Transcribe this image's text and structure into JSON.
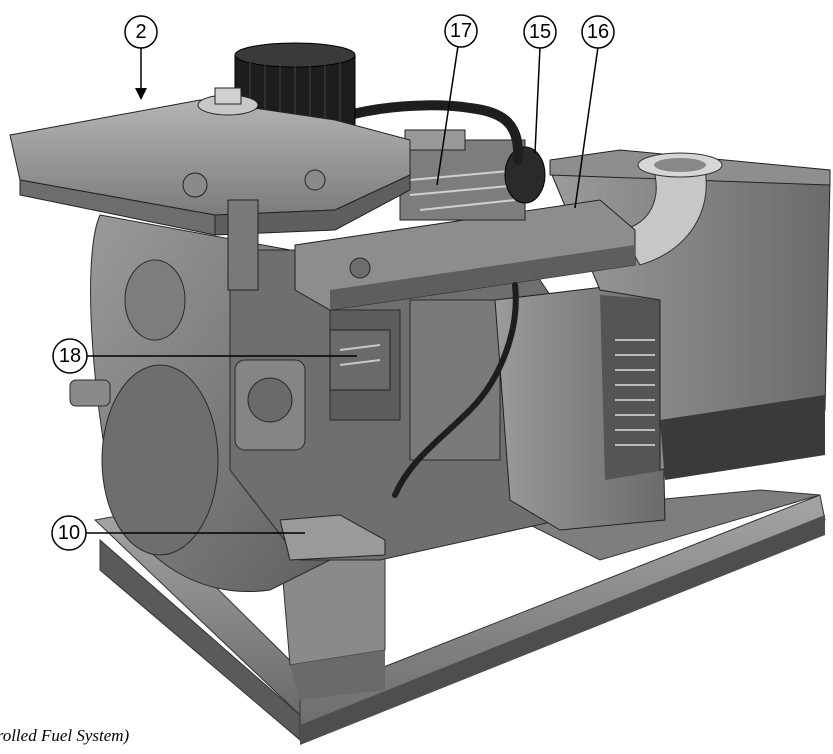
{
  "callouts": [
    {
      "id": "c2",
      "label": "2"
    },
    {
      "id": "c17",
      "label": "17"
    },
    {
      "id": "c15",
      "label": "15"
    },
    {
      "id": "c16",
      "label": "16"
    },
    {
      "id": "c18",
      "label": "18"
    },
    {
      "id": "c10",
      "label": "10"
    }
  ],
  "caption": "trolled Fuel System)",
  "colors": {
    "body": "#7a7a7a",
    "highlight": "#a9a9a9",
    "shadow": "#4a4a4a",
    "dark": "#1e1e1e",
    "frame": "#8c8c8c",
    "outline": "#000000"
  }
}
